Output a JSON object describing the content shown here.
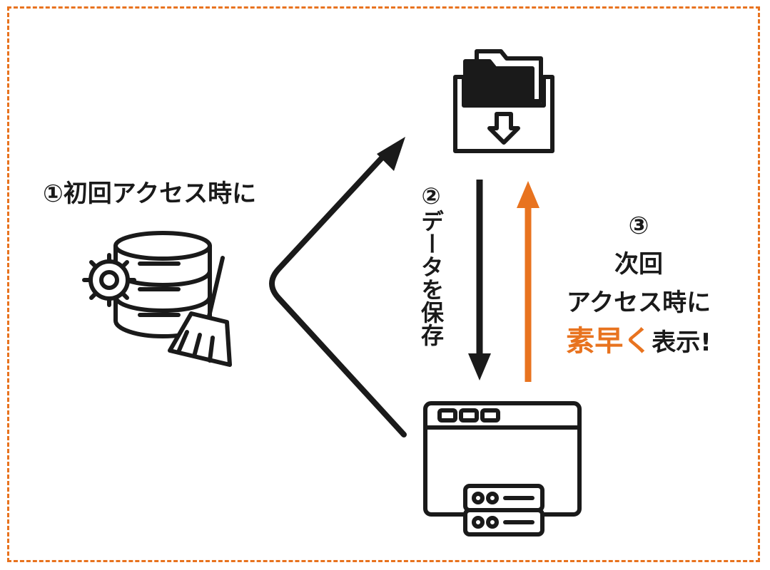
{
  "colors": {
    "accent": "#e8731f",
    "ink": "#1a1a1a",
    "frame": "#e8731f"
  },
  "icons": {
    "database": "database-gear-broom-icon",
    "cache": "folder-download-tray-icon",
    "browser": "browser-window-server-icon"
  },
  "step1": {
    "label": "①初回アクセス時に"
  },
  "step2": {
    "label": "②データを保存"
  },
  "step3": {
    "number": "③",
    "line1": "次回",
    "line2": "アクセス時に",
    "highlight": "素早く",
    "rest": "表示!"
  }
}
